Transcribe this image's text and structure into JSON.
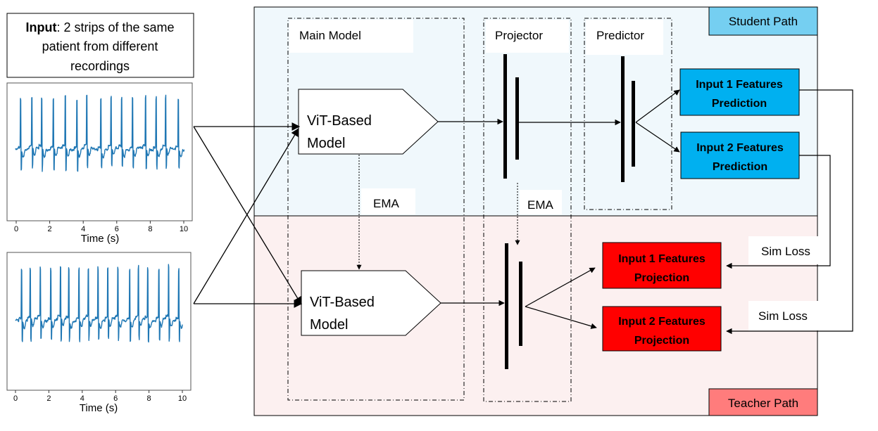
{
  "input_box": {
    "bold_prefix": "Input",
    "line1_rest": ": 2 strips of the same",
    "line2": "patient from different",
    "line3": "recordings"
  },
  "plots": [
    {
      "xlabel": "Time (s)",
      "ticks": [
        "0",
        "2",
        "4",
        "6",
        "8",
        "10"
      ]
    },
    {
      "xlabel": "Time (s)",
      "ticks": [
        "0",
        "2",
        "4",
        "6",
        "8",
        "10"
      ]
    }
  ],
  "regions": {
    "student_label": "Student Path",
    "teacher_label": "Teacher Path",
    "student_color": "#f0f8fc",
    "teacher_color": "#fcf0f0",
    "student_tag_color": "#75cff1",
    "teacher_tag_color": "#ff7c7c"
  },
  "groups": {
    "main_model": "Main Model",
    "projector": "Projector",
    "predictor": "Predictor"
  },
  "models": {
    "student_line1": "ViT-Based",
    "student_line2": "Model",
    "teacher_line1": "ViT-Based",
    "teacher_line2": "Model"
  },
  "ema_labels": [
    "EMA",
    "EMA"
  ],
  "outputs": {
    "student": [
      {
        "line1": "Input 1 Features",
        "line2": "Prediction"
      },
      {
        "line1": "Input 2 Features",
        "line2": "Prediction"
      }
    ],
    "teacher": [
      {
        "line1": "Input 1 Features",
        "line2": "Projection"
      },
      {
        "line1": "Input 2 Features",
        "line2": "Projection"
      }
    ],
    "student_color": "#00b0f0",
    "teacher_color": "#ff0000"
  },
  "loss_labels": [
    "Sim Loss",
    "Sim Loss"
  ],
  "signal_color": "#1f77b4"
}
